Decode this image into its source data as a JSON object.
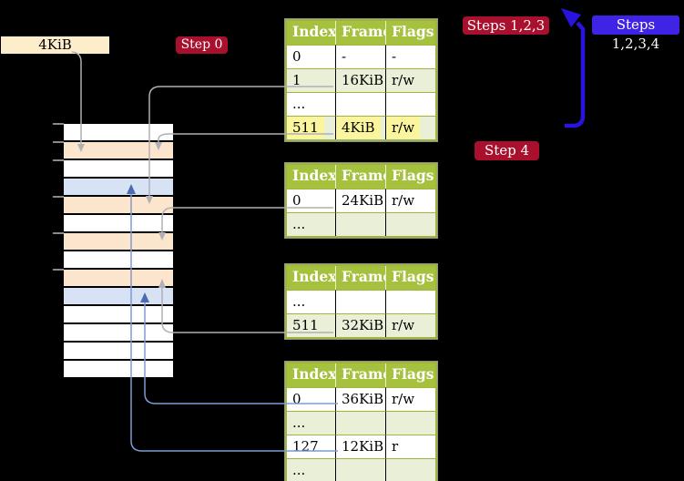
{
  "register_box": {
    "label": "4KiB"
  },
  "labels": {
    "step0": "Step 0",
    "steps123": "Steps 1,2,3",
    "steps1234": "Steps 1,2,3,4",
    "step4": "Step 4"
  },
  "colors": {
    "background": "#000000",
    "crimson_badge": "#a9102e",
    "blue_badge": "#3f24e5",
    "blue_arrow": "#2a13de",
    "table_header_bg": "#a6c13e",
    "table_border": "#a0b53c",
    "table_row_alt": "#eaf0d8",
    "table_row_white": "#ffffff",
    "highlight_yellow": "#fbf69d",
    "strip_wheat": "#fce5cd",
    "strip_blue": "#d7e3f4",
    "register_bg": "#fdedca",
    "gray_line": "#b0b0b5",
    "blue_line": "#7e9cd0",
    "blue_line_arrow": "#4a6cb3"
  },
  "tables": [
    {
      "name": "page-table-1",
      "headers": [
        "Index",
        "Frame",
        "Flags"
      ],
      "rows": [
        {
          "cells": [
            "0",
            "-",
            "-"
          ],
          "alt": false,
          "highlight": false
        },
        {
          "cells": [
            "1",
            "16KiB",
            "r/w"
          ],
          "alt": true,
          "highlight": false
        },
        {
          "cells": [
            "...",
            "",
            ""
          ],
          "alt": false,
          "highlight": false
        },
        {
          "cells": [
            "511",
            "4KiB",
            "r/w"
          ],
          "alt": true,
          "highlight": true
        }
      ]
    },
    {
      "name": "page-table-2",
      "headers": [
        "Index",
        "Frame",
        "Flags"
      ],
      "rows": [
        {
          "cells": [
            "0",
            "24KiB",
            "r/w"
          ],
          "alt": false,
          "highlight": false
        },
        {
          "cells": [
            "...",
            "",
            ""
          ],
          "alt": true,
          "highlight": false
        }
      ]
    },
    {
      "name": "page-table-3",
      "headers": [
        "Index",
        "Frame",
        "Flags"
      ],
      "rows": [
        {
          "cells": [
            "...",
            "",
            ""
          ],
          "alt": false,
          "highlight": false
        },
        {
          "cells": [
            "511",
            "32KiB",
            "r/w"
          ],
          "alt": true,
          "highlight": false
        }
      ]
    },
    {
      "name": "page-table-4",
      "headers": [
        "Index",
        "Frame",
        "Flags"
      ],
      "rows": [
        {
          "cells": [
            "0",
            "36KiB",
            "r/w"
          ],
          "alt": false,
          "highlight": false
        },
        {
          "cells": [
            "...",
            "",
            ""
          ],
          "alt": true,
          "highlight": false
        },
        {
          "cells": [
            "127",
            "12KiB",
            "r"
          ],
          "alt": false,
          "highlight": false
        },
        {
          "cells": [
            "...",
            "",
            ""
          ],
          "alt": true,
          "highlight": false
        }
      ]
    }
  ],
  "memory_strip": {
    "rows": [
      "white",
      "wheat",
      "white",
      "blue",
      "wheat",
      "white",
      "wheat",
      "white",
      "wheat",
      "blue",
      "white",
      "white",
      "white",
      "white"
    ],
    "tick_rows": [
      0,
      1,
      2,
      4,
      6,
      8
    ]
  }
}
